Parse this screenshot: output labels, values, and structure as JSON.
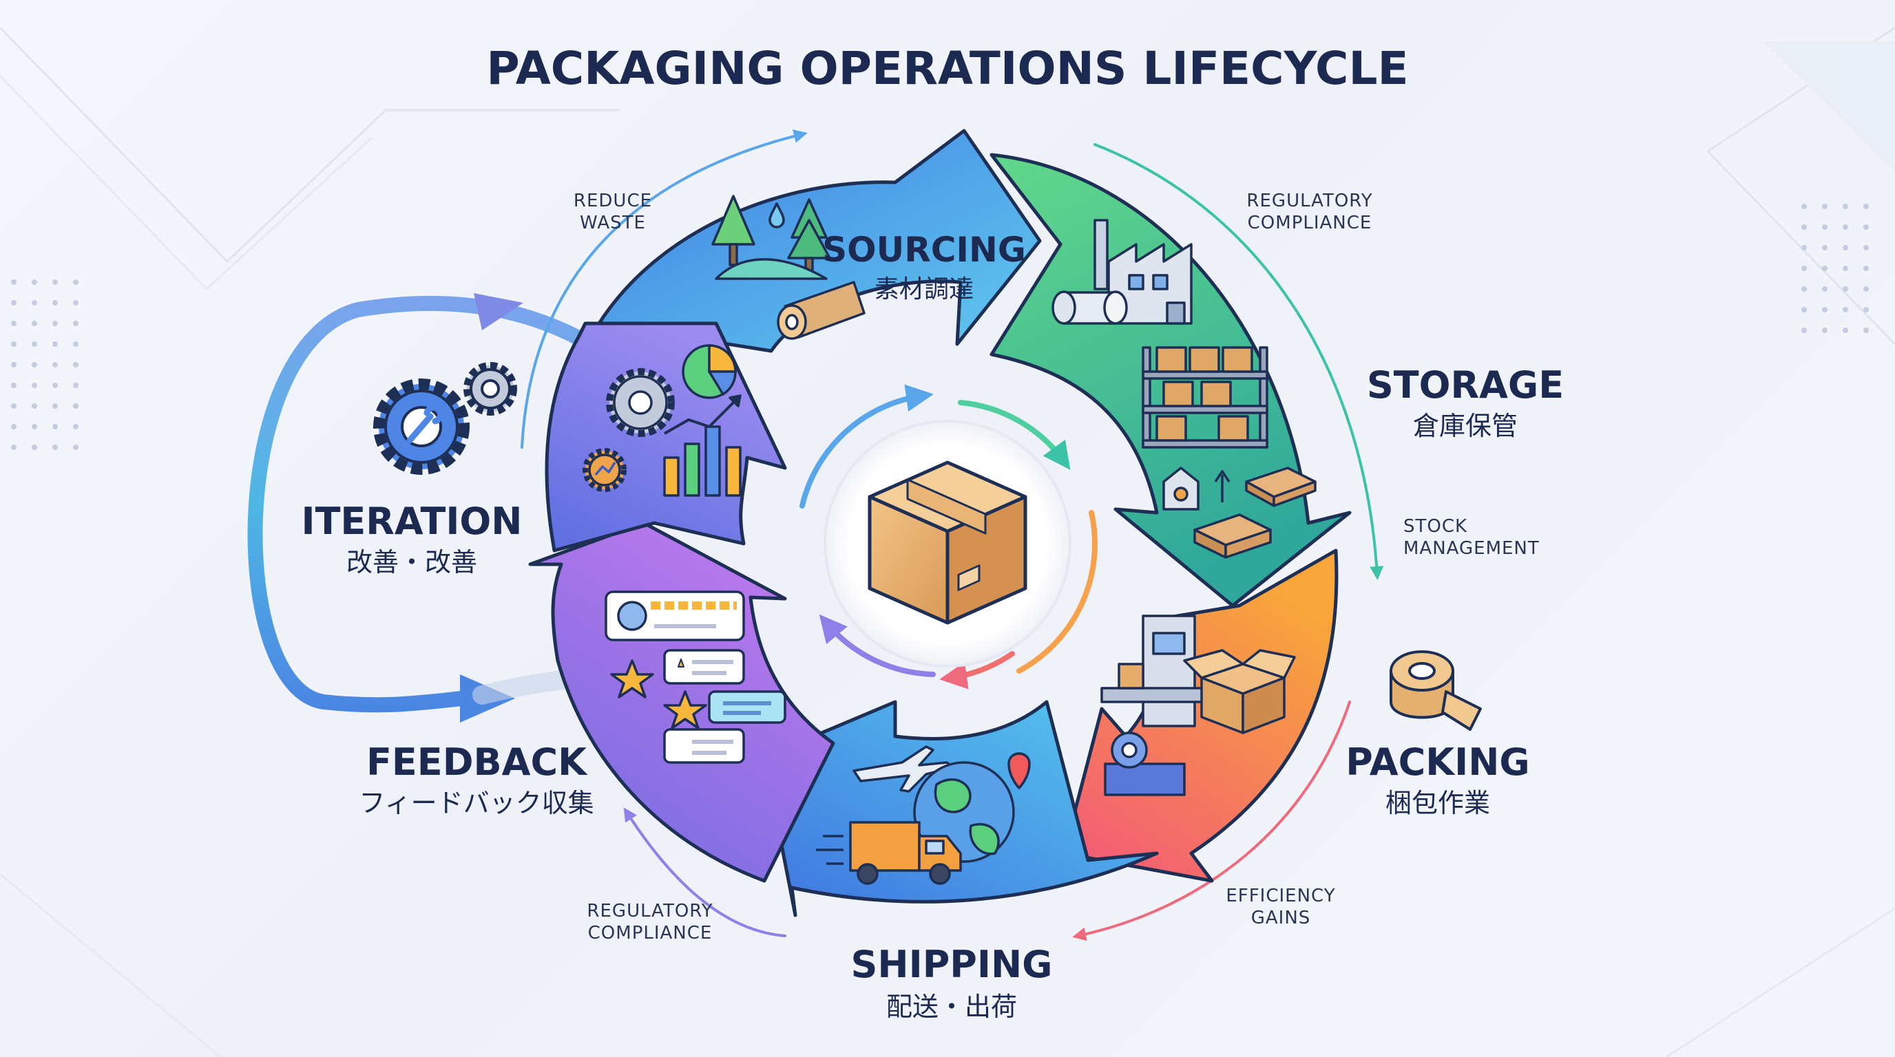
{
  "title": "PACKAGING OPERATIONS LIFECYCLE",
  "stages": {
    "sourcing": {
      "en": "SOURCING",
      "jp": "素材調達"
    },
    "storage": {
      "en": "STORAGE",
      "jp": "倉庫保管"
    },
    "packing": {
      "en": "PACKING",
      "jp": "梱包作業"
    },
    "shipping": {
      "en": "SHIPPING",
      "jp": "配送・出荷"
    },
    "feedback": {
      "en": "FEEDBACK",
      "jp": "フィードバック収集"
    },
    "iteration": {
      "en": "ITERATION",
      "jp": "改善・改善"
    }
  },
  "notes": {
    "reduce_waste": [
      "REDUCE",
      "WASTE"
    ],
    "regulatory_top": [
      "REGULATORY",
      "COMPLIANCE"
    ],
    "stock_management": [
      "STOCK",
      "MANAGEMENT"
    ],
    "efficiency_gains": [
      "EFFICIENCY",
      "GAINS"
    ],
    "regulatory_bottom": [
      "REGULATORY",
      "COMPLIANCE"
    ]
  },
  "colors": {
    "sourcing": "#4f8ee8",
    "storage": "#3dbb84",
    "packing": "#f56d5e",
    "shipping": "#4a8fe6",
    "feedback": "#8b63e4",
    "iteration": "#6e6fdc",
    "title": "#1c2a52"
  },
  "icons": {
    "center": "cardboard-box-icon",
    "sourcing": [
      "tree-icon",
      "water-drop-icon",
      "paper-roll-icon"
    ],
    "storage": [
      "factory-icon",
      "warehouse-shelf-icon",
      "pallet-icon"
    ],
    "packing": [
      "packing-machine-icon",
      "open-box-icon",
      "tape-dispenser-icon",
      "tape-roll-icon"
    ],
    "shipping": [
      "airplane-icon",
      "globe-icon",
      "delivery-truck-icon"
    ],
    "feedback": [
      "review-bubble-icon",
      "star-icon",
      "chat-bubble-icon"
    ],
    "iteration": [
      "gear-icon",
      "pie-chart-icon",
      "bar-chart-icon",
      "wrench-gear-icon"
    ]
  }
}
